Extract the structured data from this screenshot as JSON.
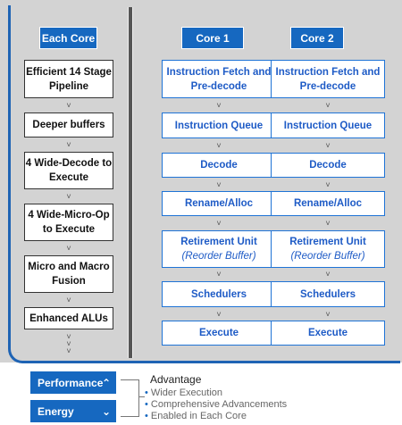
{
  "headers": {
    "each_core": "Each Core",
    "core1": "Core 1",
    "core2": "Core 2"
  },
  "left_features": [
    "Efficient 14 Stage Pipeline",
    "Deeper buffers",
    "4 Wide-Decode to Execute",
    "4 Wide-Micro-Op to Execute",
    "Micro and Macro Fusion",
    "Enhanced ALUs"
  ],
  "core_stages": [
    {
      "label": "Instruction Fetch and Pre-decode",
      "sub": ""
    },
    {
      "label": "Instruction Queue",
      "sub": ""
    },
    {
      "label": "Decode",
      "sub": ""
    },
    {
      "label": "Rename/Alloc",
      "sub": ""
    },
    {
      "label": "Retirement Unit",
      "sub": "(Reorder Buffer)"
    },
    {
      "label": "Schedulers",
      "sub": ""
    },
    {
      "label": "Execute",
      "sub": ""
    }
  ],
  "legend": {
    "performance": "Performance",
    "energy": "Energy",
    "advantage_title": "Advantage",
    "advantages": [
      "Wider Execution",
      "Comprehensive Advancements",
      "Enabled in Each Core"
    ]
  },
  "colors": {
    "header_blue": "#1668c0",
    "core_text": "#1e5bc6",
    "panel_gray": "#d3d3d3"
  }
}
